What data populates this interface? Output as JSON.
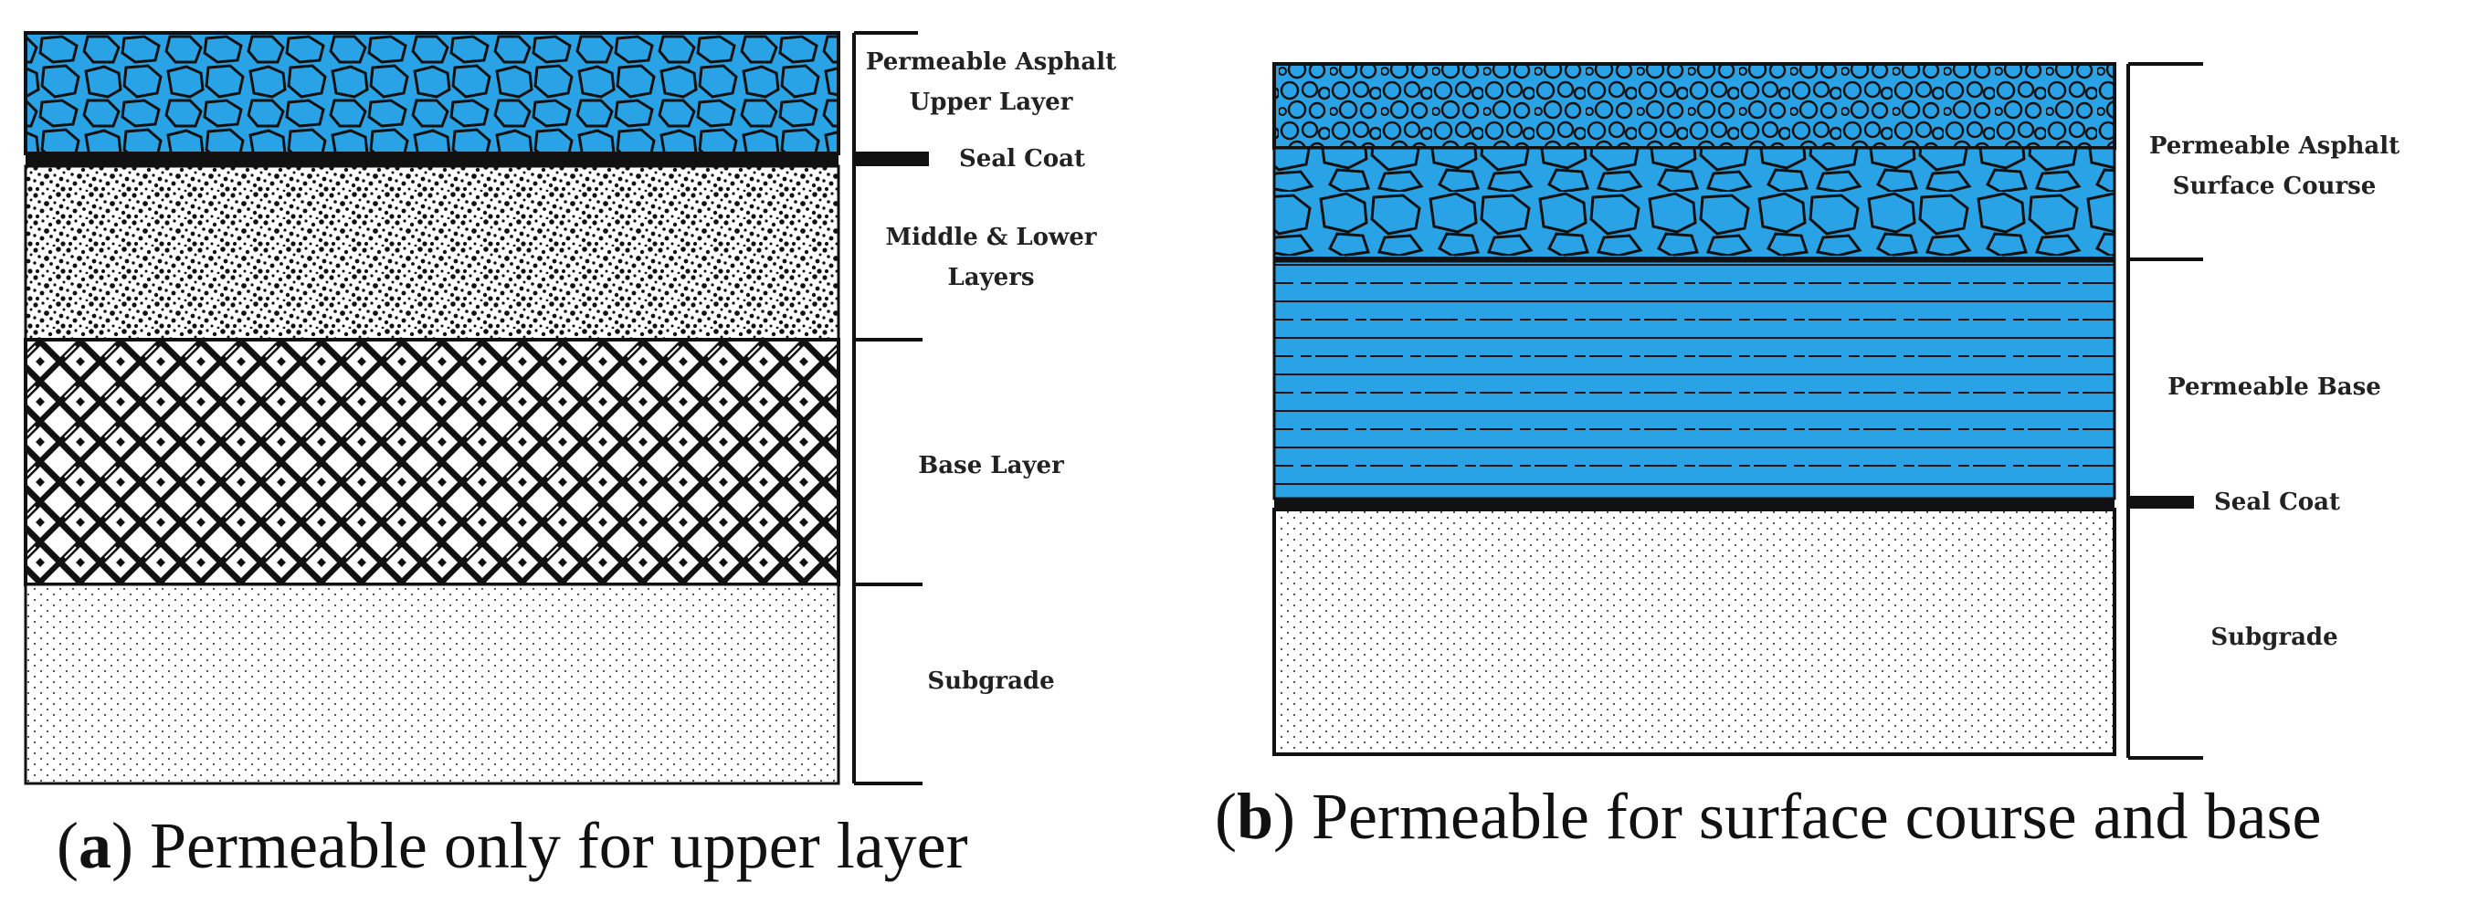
{
  "panel_a": {
    "labels": {
      "upper_line1": "Permeable Asphalt",
      "upper_line2": "Upper Layer",
      "seal_coat": "Seal Coat",
      "middle_line1": "Middle & Lower",
      "middle_line2": "Layers",
      "base": "Base Layer",
      "subgrade": "Subgrade"
    },
    "caption": {
      "letter": "a",
      "text": "Permeable only for upper layer"
    }
  },
  "panel_b": {
    "labels": {
      "surface_line1": "Permeable Asphalt",
      "surface_line2": "Surface Course",
      "base": "Permeable Base",
      "seal_coat": "Seal Coat",
      "subgrade": "Subgrade"
    },
    "caption": {
      "letter": "b",
      "text": "Permeable for surface course and base"
    }
  },
  "colors": {
    "permeable_blue": "#2aa3e6",
    "outline": "#111111"
  }
}
